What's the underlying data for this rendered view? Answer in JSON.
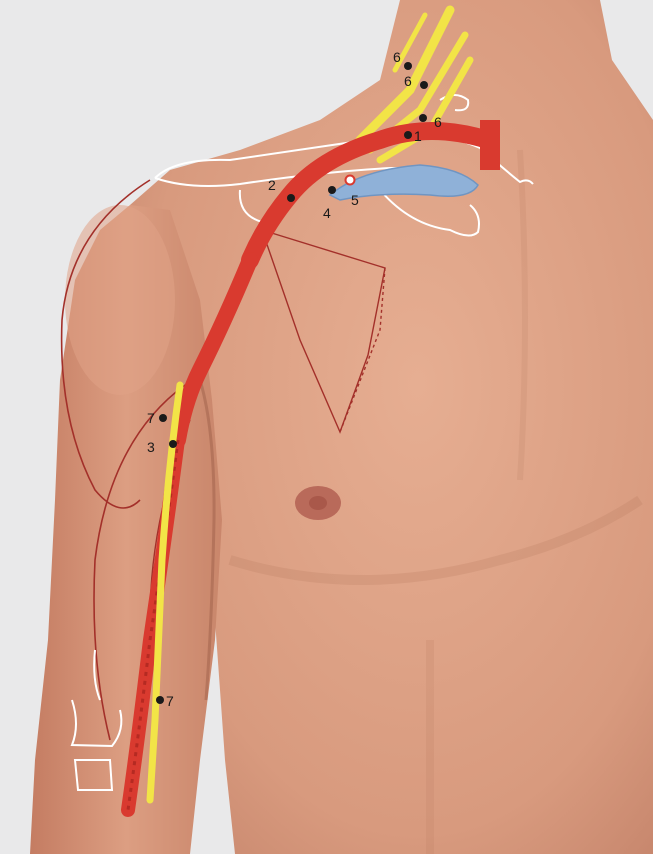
{
  "figure": {
    "colors": {
      "background": "#e9e9ea",
      "skin_light": "#e2a88d",
      "skin_mid": "#d08f73",
      "skin_shadow": "#b9765c",
      "artery": "#d93a2f",
      "artery_dark": "#b52a22",
      "nerve": "#f2e447",
      "vein": "#8fb1d8",
      "bone_outline": "#ffffff",
      "muscle_outline": "#a3302a",
      "nipple": "#b96a5a",
      "marker": "#1a1a1a"
    },
    "markers": [
      {
        "label": "6"
      },
      {
        "label": "6"
      },
      {
        "label": "6"
      },
      {
        "label": "1"
      },
      {
        "label": "2"
      },
      {
        "label": "4"
      },
      {
        "label": "5"
      },
      {
        "label": "7"
      },
      {
        "label": "3"
      },
      {
        "label": "7"
      }
    ]
  }
}
